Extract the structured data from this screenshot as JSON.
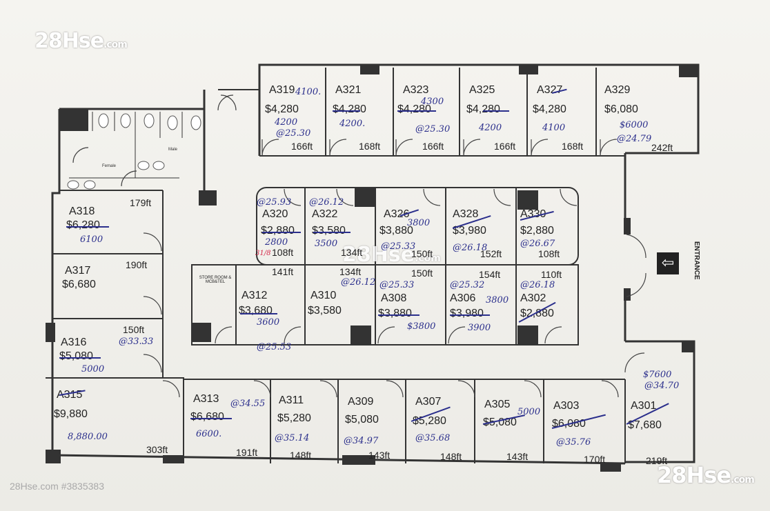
{
  "watermarks": {
    "top_left": "28Hse",
    "top_left_suffix": ".com",
    "center": "28Hse",
    "center_suffix": ".com",
    "bottom_right": "28Hse",
    "bottom_right_suffix": ".com"
  },
  "footer_id": "28Hse.com #3835383",
  "entrance_label": "ENTRANCE",
  "store_room_label": "STORE ROOM & MCB&TEL",
  "washroom_labels": [
    "Female",
    "Male"
  ],
  "rooms": [
    {
      "id": "A319",
      "price": "$4,280",
      "size": "166ft",
      "notes": [
        "4100.",
        "4200",
        "@25.30"
      ]
    },
    {
      "id": "A321",
      "price": "$4,280",
      "size": "168ft",
      "notes": [
        "4200."
      ]
    },
    {
      "id": "A323",
      "price": "$4,280",
      "size": "166ft",
      "notes": [
        "4300",
        "@25.30"
      ]
    },
    {
      "id": "A325",
      "price": "$4,280",
      "size": "166ft",
      "notes": [
        "4200"
      ]
    },
    {
      "id": "A327",
      "price": "$4,280",
      "size": "168ft",
      "notes": [
        "4100"
      ]
    },
    {
      "id": "A329",
      "price": "$6,080",
      "size": "242ft",
      "notes": [
        "$6000",
        "@24.79"
      ]
    },
    {
      "id": "A318",
      "price": "$6,280",
      "size": "179ft",
      "notes": [
        "6100"
      ]
    },
    {
      "id": "A317",
      "price": "$6,680",
      "size": "190ft",
      "notes": []
    },
    {
      "id": "A316",
      "price": "$5,080",
      "size": "150ft",
      "notes": [
        "@33.33",
        "5000"
      ]
    },
    {
      "id": "A315",
      "price": "$9,880",
      "size": "303ft",
      "notes": [
        "8,880.00"
      ]
    },
    {
      "id": "A320",
      "price": "$2,880",
      "size": "108ft",
      "notes": [
        "@25.93",
        "2800"
      ]
    },
    {
      "id": "A322",
      "price": "$3,580",
      "size": "134ft",
      "notes": [
        "@26.12",
        "3500"
      ]
    },
    {
      "id": "A326",
      "price": "$3,880",
      "size": "150ft",
      "notes": [
        "3800",
        "@25.33"
      ]
    },
    {
      "id": "A328",
      "price": "$3,980",
      "size": "152ft",
      "notes": [
        "@26.18"
      ]
    },
    {
      "id": "A330",
      "price": "$2,880",
      "size": "108ft",
      "notes": [
        "@26.67"
      ]
    },
    {
      "id": "A312",
      "price": "$3,680",
      "size": "141ft",
      "notes": [
        "3600",
        "@25.53"
      ]
    },
    {
      "id": "A310",
      "price": "$3,580",
      "size": "134ft",
      "notes": [
        "@26.12"
      ]
    },
    {
      "id": "A308",
      "price": "$3,880",
      "size": "150ft",
      "notes": [
        "@25.33",
        "$3800"
      ]
    },
    {
      "id": "A306",
      "price": "$3,980",
      "size": "154ft",
      "notes": [
        "@25.32",
        "3800",
        "3900"
      ]
    },
    {
      "id": "A302",
      "price": "$2,880",
      "size": "110ft",
      "notes": [
        "@26.18"
      ]
    },
    {
      "id": "A313",
      "price": "$6,680",
      "size": "191ft",
      "notes": [
        "@34.55",
        "6600."
      ]
    },
    {
      "id": "A311",
      "price": "$5,280",
      "size": "148ft",
      "notes": [
        "@35.14"
      ]
    },
    {
      "id": "A309",
      "price": "$5,080",
      "size": "143ft",
      "notes": [
        "@34.97"
      ]
    },
    {
      "id": "A307",
      "price": "$5,280",
      "size": "148ft",
      "notes": [
        "@35.68"
      ]
    },
    {
      "id": "A305",
      "price": "$5,080",
      "size": "143ft",
      "notes": [
        "5000"
      ]
    },
    {
      "id": "A303",
      "price": "$6,080",
      "size": "170ft",
      "notes": [
        "@35.76"
      ]
    },
    {
      "id": "A301",
      "price": "$7,680",
      "size": "219ft",
      "notes": [
        "$7600",
        "@34.70"
      ]
    }
  ],
  "side_note": "31/8"
}
